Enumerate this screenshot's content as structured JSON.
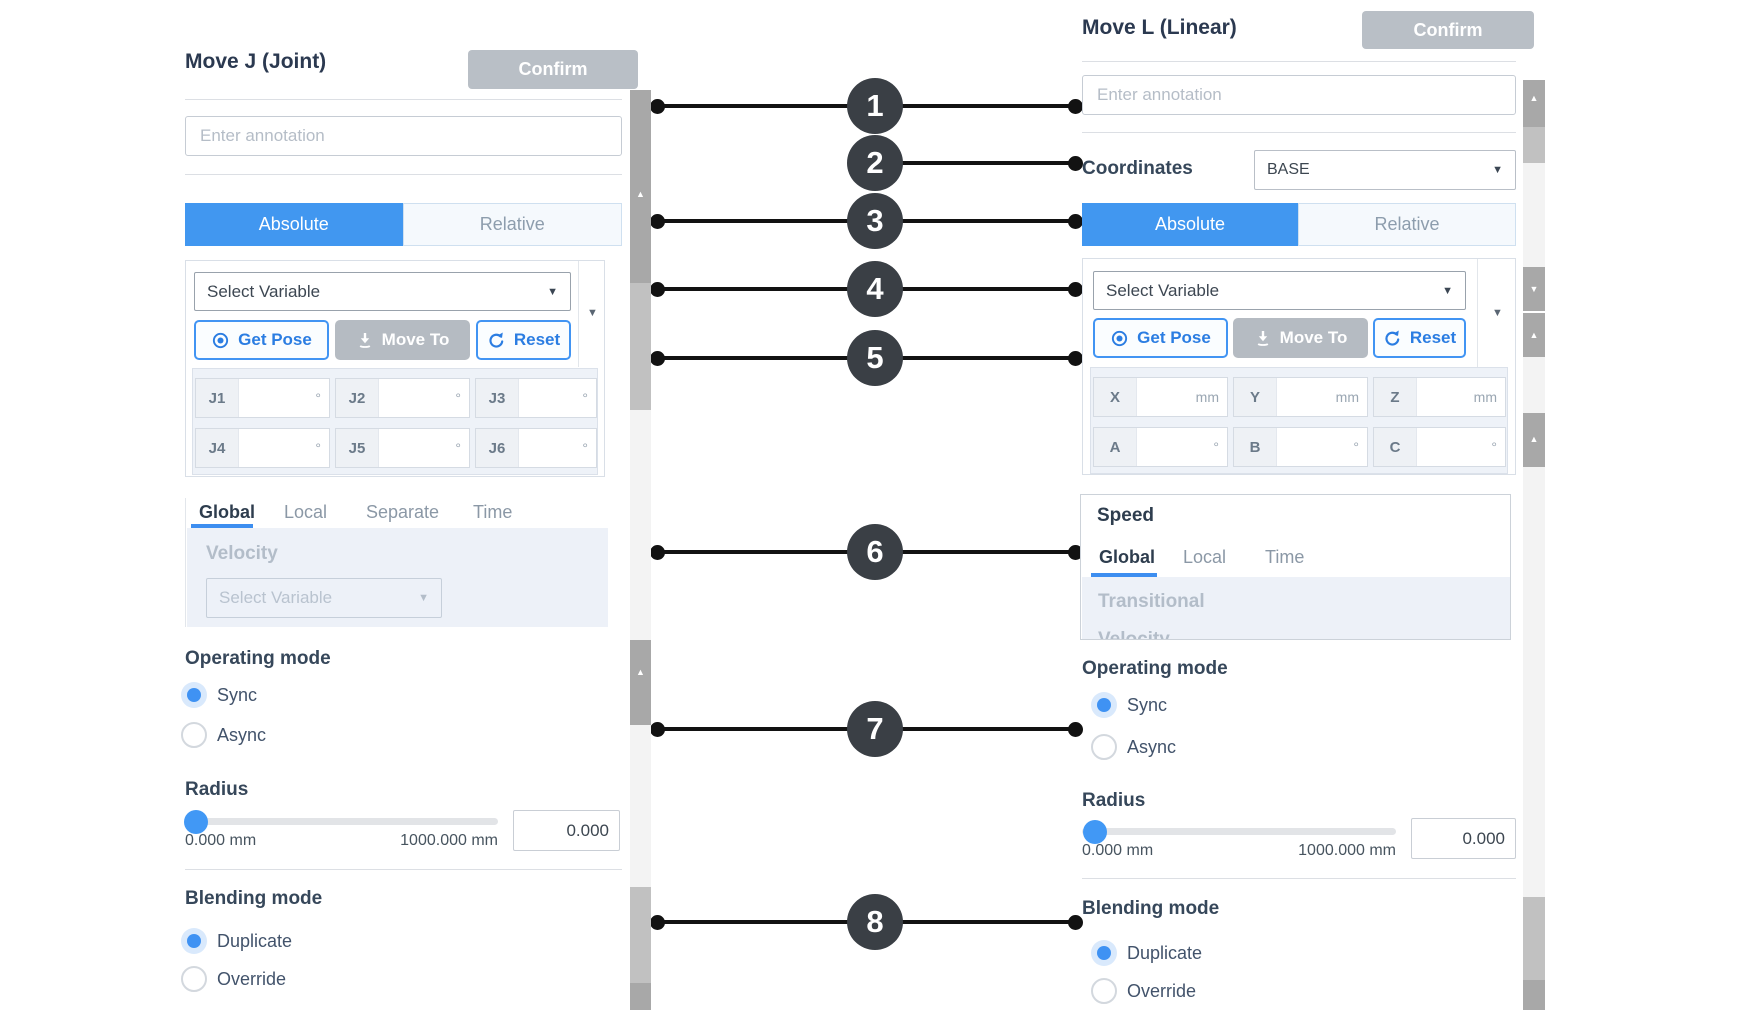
{
  "icons": {
    "caret_down": "▼",
    "scroll_up": "▲",
    "scroll_down": "▼"
  },
  "colors": {
    "accent_blue": "#4197f0",
    "confirm_gray": "#b9bfc6",
    "callout_dark": "#3a3f45",
    "radio_blue": "#3f92f3"
  },
  "callouts": {
    "numbers": [
      "1",
      "2",
      "3",
      "4",
      "5",
      "6",
      "7",
      "8"
    ]
  },
  "move_j": {
    "title": "Move J (Joint)",
    "confirm_label": "Confirm",
    "annotation_placeholder": "Enter annotation",
    "mode_tabs": {
      "absolute": "Absolute",
      "relative": "Relative"
    },
    "variable": {
      "select_placeholder": "Select Variable",
      "get_pose_label": "Get Pose",
      "move_to_label": "Move To",
      "reset_label": "Reset"
    },
    "joints": [
      {
        "label": "J1",
        "unit": "°"
      },
      {
        "label": "J2",
        "unit": "°"
      },
      {
        "label": "J3",
        "unit": "°"
      },
      {
        "label": "J4",
        "unit": "°"
      },
      {
        "label": "J5",
        "unit": "°"
      },
      {
        "label": "J6",
        "unit": "°"
      }
    ],
    "speed_tabs": [
      "Global",
      "Local",
      "Separate",
      "Time"
    ],
    "velocity_heading": "Velocity",
    "velocity_select_placeholder": "Select Variable",
    "operating_mode": {
      "heading": "Operating mode",
      "sync": "Sync",
      "async": "Async",
      "selected": "Sync"
    },
    "radius": {
      "heading": "Radius",
      "min_label": "0.000 mm",
      "max_label": "1000.000 mm",
      "value": "0.000"
    },
    "blending": {
      "heading": "Blending mode",
      "duplicate": "Duplicate",
      "override": "Override",
      "selected": "Duplicate"
    }
  },
  "move_l": {
    "title": "Move L (Linear)",
    "confirm_label": "Confirm",
    "annotation_placeholder": "Enter annotation",
    "coordinates_label": "Coordinates",
    "coordinates_value": "BASE",
    "mode_tabs": {
      "absolute": "Absolute",
      "relative": "Relative"
    },
    "variable": {
      "select_placeholder": "Select Variable",
      "get_pose_label": "Get Pose",
      "move_to_label": "Move To",
      "reset_label": "Reset"
    },
    "axes": [
      {
        "label": "X",
        "unit": "mm"
      },
      {
        "label": "Y",
        "unit": "mm"
      },
      {
        "label": "Z",
        "unit": "mm"
      },
      {
        "label": "A",
        "unit": "°"
      },
      {
        "label": "B",
        "unit": "°"
      },
      {
        "label": "C",
        "unit": "°"
      }
    ],
    "speed": {
      "heading": "Speed",
      "tabs": [
        "Global",
        "Local",
        "Time"
      ],
      "transitional_heading": "Transitional",
      "clipped_heading": "Velocity"
    },
    "operating_mode": {
      "heading": "Operating mode",
      "sync": "Sync",
      "async": "Async",
      "selected": "Sync"
    },
    "radius": {
      "heading": "Radius",
      "min_label": "0.000 mm",
      "max_label": "1000.000 mm",
      "value": "0.000"
    },
    "blending": {
      "heading": "Blending mode",
      "duplicate": "Duplicate",
      "override": "Override",
      "selected": "Duplicate"
    }
  }
}
